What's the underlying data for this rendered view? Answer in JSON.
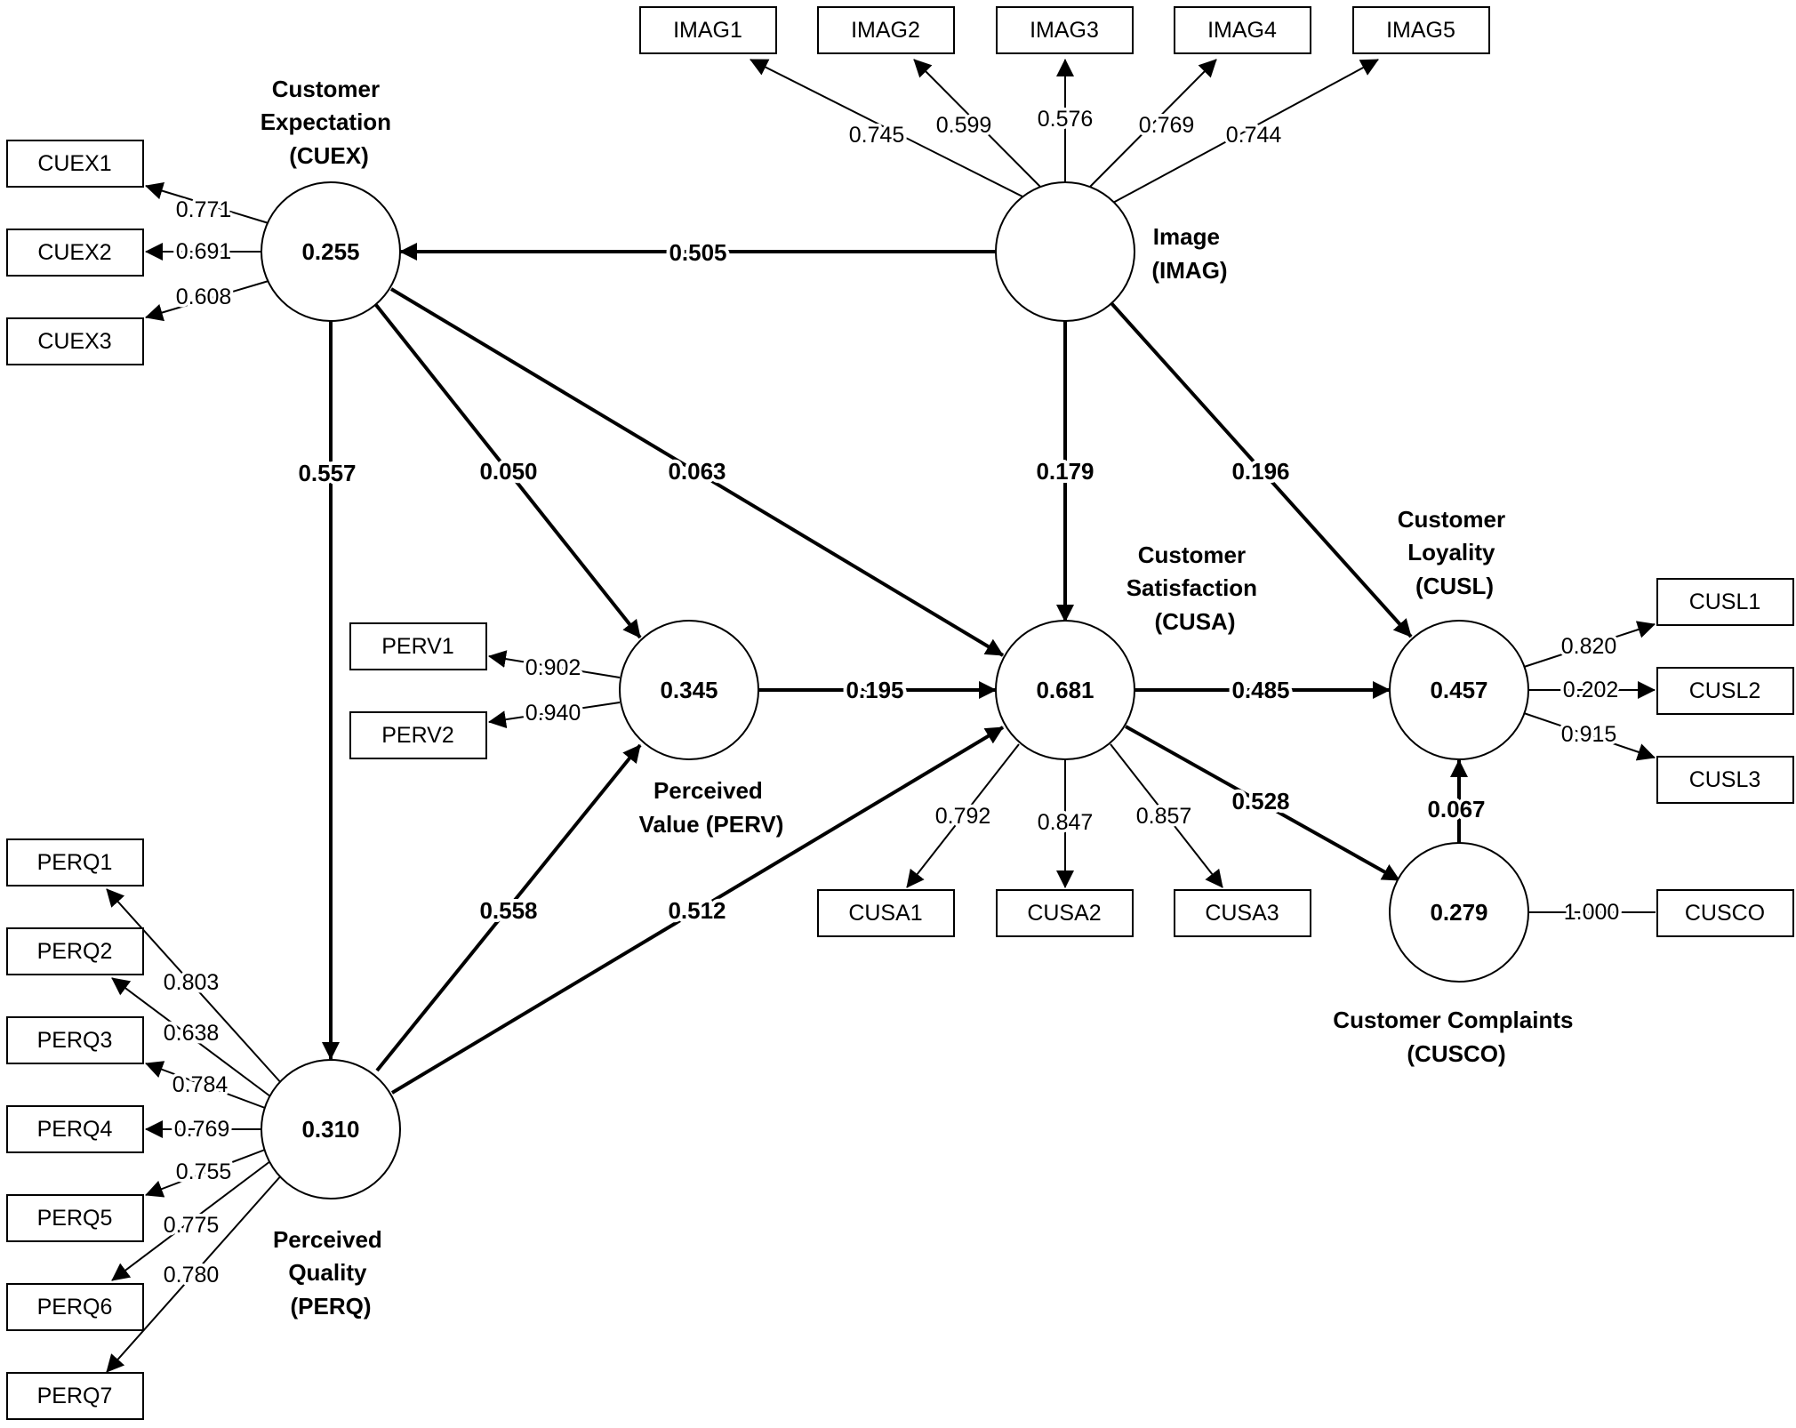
{
  "colors": {
    "stroke": "#000000",
    "background": "#ffffff"
  },
  "constructs": {
    "CUEX": {
      "name_lines": [
        "Customer",
        "Expectation",
        "(CUEX)"
      ],
      "r2": "0.255"
    },
    "IMAG": {
      "name_lines": [
        "Image",
        "(IMAG)"
      ],
      "r2": ""
    },
    "PERV": {
      "name_lines": [
        "Perceived",
        "Value (PERV)"
      ],
      "r2": "0.345"
    },
    "CUSA": {
      "name_lines": [
        "Customer",
        "Satisfaction",
        "(CUSA)"
      ],
      "r2": "0.681"
    },
    "CUSL": {
      "name_lines": [
        "Customer",
        "Loyality",
        "(CUSL)"
      ],
      "r2": "0.457"
    },
    "CUSCO": {
      "name_lines": [
        "Customer Complaints",
        "(CUSCO)"
      ],
      "r2": "0.279"
    },
    "PERQ": {
      "name_lines": [
        "Perceived",
        "Quality",
        "(PERQ)"
      ],
      "r2": "0.310"
    }
  },
  "indicators": {
    "IMAG1": {
      "label": "IMAG1",
      "loading": "0.745"
    },
    "IMAG2": {
      "label": "IMAG2",
      "loading": "0.599"
    },
    "IMAG3": {
      "label": "IMAG3",
      "loading": "0.576"
    },
    "IMAG4": {
      "label": "IMAG4",
      "loading": "0.769"
    },
    "IMAG5": {
      "label": "IMAG5",
      "loading": "0.744"
    },
    "CUEX1": {
      "label": "CUEX1",
      "loading": "0.771"
    },
    "CUEX2": {
      "label": "CUEX2",
      "loading": "0.691"
    },
    "CUEX3": {
      "label": "CUEX3",
      "loading": "0.608"
    },
    "PERV1": {
      "label": "PERV1",
      "loading": "0.902"
    },
    "PERV2": {
      "label": "PERV2",
      "loading": "0.940"
    },
    "CUSA1": {
      "label": "CUSA1",
      "loading": "0.792"
    },
    "CUSA2": {
      "label": "CUSA2",
      "loading": "0.847"
    },
    "CUSA3": {
      "label": "CUSA3",
      "loading": "0.857"
    },
    "CUSL1": {
      "label": "CUSL1",
      "loading": "0.820"
    },
    "CUSL2": {
      "label": "CUSL2",
      "loading": "0.202"
    },
    "CUSL3": {
      "label": "CUSL3",
      "loading": "0.915"
    },
    "CUSCO": {
      "label": "CUSCO",
      "loading": "1.000"
    },
    "PERQ1": {
      "label": "PERQ1",
      "loading": "0.803"
    },
    "PERQ2": {
      "label": "PERQ2",
      "loading": "0.638"
    },
    "PERQ3": {
      "label": "PERQ3",
      "loading": "0.784"
    },
    "PERQ4": {
      "label": "PERQ4",
      "loading": "0.769"
    },
    "PERQ5": {
      "label": "PERQ5",
      "loading": "0.755"
    },
    "PERQ6": {
      "label": "PERQ6",
      "loading": "0.775"
    },
    "PERQ7": {
      "label": "PERQ7",
      "loading": "0.780"
    }
  },
  "paths": {
    "IMAG_CUEX": "0.505",
    "IMAG_CUSA": "0.179",
    "IMAG_CUSL": "0.196",
    "CUEX_PERQ": "0.557",
    "CUEX_PERV": "0.050",
    "CUEX_CUSA": "0.063",
    "PERV_CUSA": "0.195",
    "PERQ_PERV": "0.558",
    "PERQ_CUSA": "0.512",
    "CUSA_CUSL": "0.485",
    "CUSA_CUSCO": "0.528",
    "CUSCO_CUSL": "0.067"
  }
}
